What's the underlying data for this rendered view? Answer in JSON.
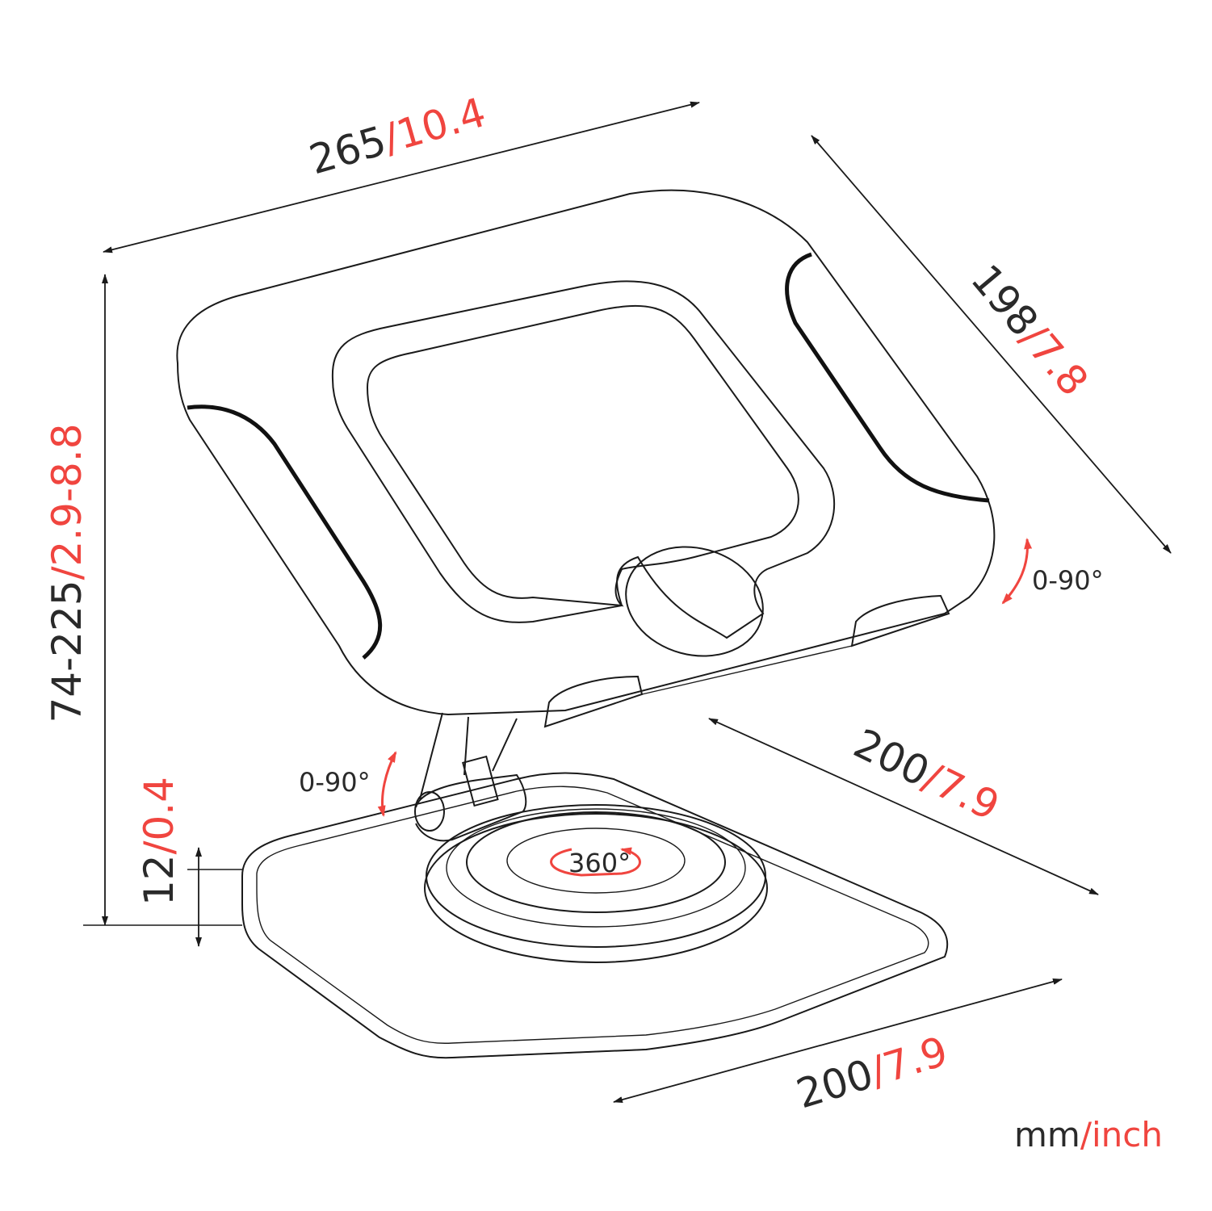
{
  "title": "Laptop stand dimensions",
  "dimensions": {
    "width": {
      "mm": "265",
      "inch": "/10.4"
    },
    "depth": {
      "mm": "198",
      "inch": "/7.8"
    },
    "height": {
      "mm": "74-225",
      "inch": "/2.9-8.8"
    },
    "base_thickness": {
      "mm": "12",
      "inch": "/0.4"
    },
    "base_depth": {
      "mm": "200",
      "inch": "/7.9"
    },
    "base_width": {
      "mm": "200",
      "inch": "/7.9"
    }
  },
  "angles": {
    "tilt_top": "0-90°",
    "tilt_arm": "0-90°",
    "rotation": "360°"
  },
  "units": {
    "mm": "mm",
    "inch": "/inch"
  },
  "colors": {
    "metric": "#2a2a2a",
    "imperial": "#f0453f"
  }
}
